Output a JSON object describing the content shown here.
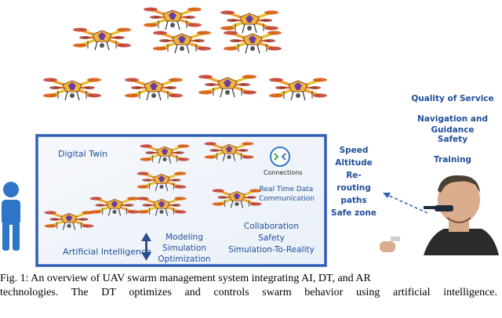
{
  "diagram": {
    "digital_twin_label": "Digital Twin",
    "ai_label": "Artificial Intelligence",
    "connections_label": "Connections",
    "realtime_comm_lines": [
      "Real Time Data",
      "Communication"
    ],
    "modeling_lines": [
      "Modeling",
      "Simulation",
      "Optimization"
    ],
    "collab_lines": [
      "Collaboration",
      "Safety",
      "Simulation-To-Reality"
    ],
    "mid_list": [
      "Speed",
      "Altitude",
      "Re-routing",
      "paths",
      "Safe zone"
    ],
    "right_list": [
      "Quality of Service",
      "Navigation and Guidance",
      "Safety",
      "Training"
    ]
  },
  "caption": {
    "line1": "Fig. 1: An overview of UAV swarm management system integrating AI, DT, and AR",
    "line2": "technologies. The DT optimizes and controls swarm behavior using artificial intelligence."
  },
  "colors": {
    "box_border": "#2e5fb5",
    "text_blue": "#1f4e99",
    "person_icon": "#2e74c7",
    "drone_frame": "#e8a23a",
    "drone_rotor": "#c0392b"
  }
}
